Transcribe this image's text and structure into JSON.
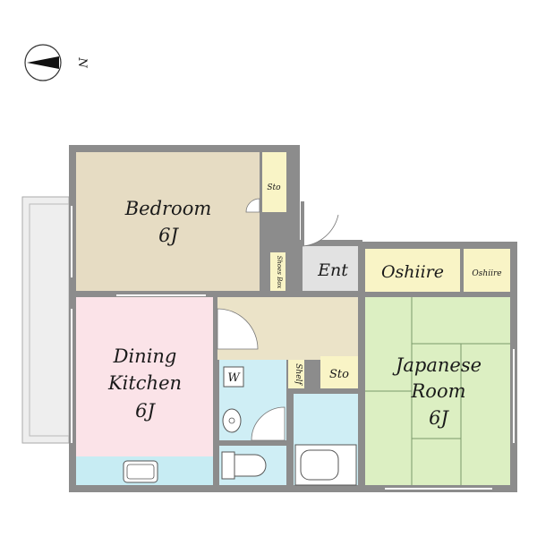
{
  "compass": {
    "label": "N",
    "icon": "north-arrow-icon"
  },
  "rooms": {
    "bedroom": {
      "name": "Bedroom",
      "size": "6J"
    },
    "storage_bedroom": "Sto",
    "entrance": "Ent",
    "shoes_box": "Shoes Box",
    "oshiire_main": "Oshiire",
    "oshiire_small": "Oshiire",
    "dining_kitchen": {
      "line1": "Dining",
      "line2": "Kitchen",
      "size": "6J"
    },
    "washer": "W",
    "shelf": "Shelf",
    "storage_hall": "Sto",
    "japanese_room": {
      "line1": "Japanese",
      "line2": "Room",
      "size": "6J"
    }
  },
  "colors": {
    "wall": "#8c8c8c",
    "bedroom": "#e6dcc3",
    "hall": "#ebe3c8",
    "dining": "#fbe3e8",
    "kitchen_counter": "#c7ecf3",
    "wet_area": "#cfeef5",
    "japanese_room": "#dcefc2",
    "closet": "#f9f4c6",
    "entrance": "#e2e2e2",
    "balcony": "#eeeeee"
  }
}
